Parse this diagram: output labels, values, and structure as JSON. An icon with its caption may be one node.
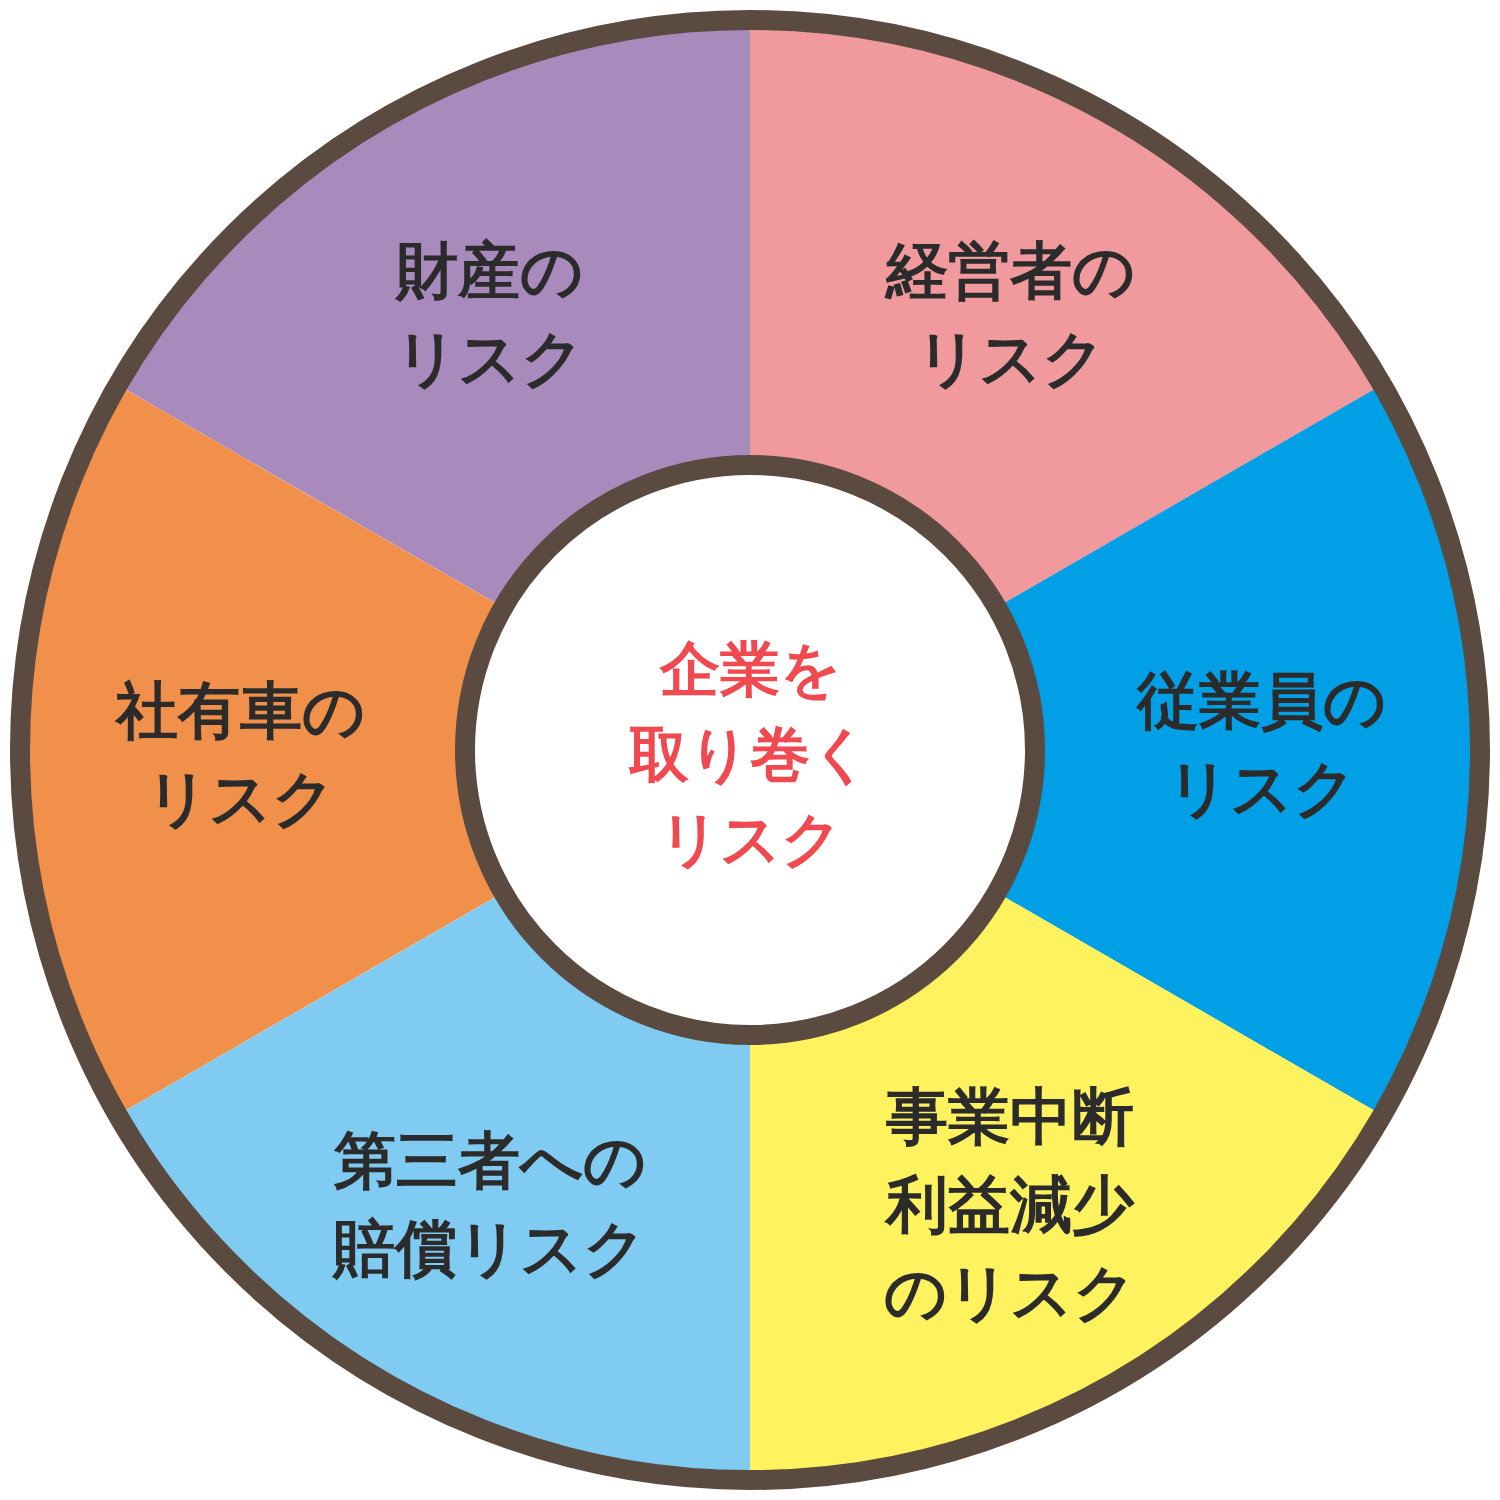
{
  "diagram": {
    "nodes": [
      {
        "text": [
          "財産のリスク"
        ]
      },
      {
        "text": [
          "経営者のリスク"
        ]
      },
      {
        "text": [
          "企業を取り巻くリスク"
        ]
      },
      {
        "text": [
          "社有車のリスク"
        ]
      },
      {
        "text": [
          "従業員のリスク"
        ]
      },
      {
        "text": [
          "第三者への賠償リスク"
        ]
      },
      {
        "text": [
          "事業中断利益減少のリスク"
        ]
      }
    ]
  }
}
